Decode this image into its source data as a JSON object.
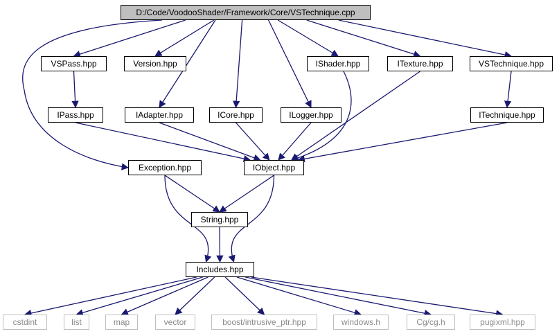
{
  "graph": {
    "root": "D:/Code/VoodooShader/Framework/Core/VSTechnique.cpp",
    "nodes": {
      "root": "D:/Code/VoodooShader/Framework/Core/VSTechnique.cpp",
      "vspass": "VSPass.hpp",
      "version": "Version.hpp",
      "ishader": "IShader.hpp",
      "itexture": "ITexture.hpp",
      "vstechnique": "VSTechnique.hpp",
      "ipass": "IPass.hpp",
      "iadapter": "IAdapter.hpp",
      "icore": "ICore.hpp",
      "ilogger": "ILogger.hpp",
      "itechnique": "ITechnique.hpp",
      "exception": "Exception.hpp",
      "iobject": "IObject.hpp",
      "string": "String.hpp",
      "includes": "Includes.hpp",
      "cstdint": "cstdint",
      "list": "list",
      "map": "map",
      "vector": "vector",
      "boost": "boost/intrusive_ptr.hpp",
      "windows": "windows.h",
      "cg": "Cg/cg.h",
      "pugixml": "pugixml.hpp"
    },
    "edges": [
      [
        "root",
        "vspass"
      ],
      [
        "root",
        "version"
      ],
      [
        "root",
        "ishader"
      ],
      [
        "root",
        "itexture"
      ],
      [
        "root",
        "vstechnique"
      ],
      [
        "root",
        "iadapter"
      ],
      [
        "root",
        "icore"
      ],
      [
        "root",
        "ilogger"
      ],
      [
        "root",
        "exception"
      ],
      [
        "vspass",
        "ipass"
      ],
      [
        "vstechnique",
        "itechnique"
      ],
      [
        "ipass",
        "iobject"
      ],
      [
        "iadapter",
        "iobject"
      ],
      [
        "icore",
        "iobject"
      ],
      [
        "ilogger",
        "iobject"
      ],
      [
        "ishader",
        "iobject"
      ],
      [
        "itexture",
        "iobject"
      ],
      [
        "itechnique",
        "iobject"
      ],
      [
        "exception",
        "string"
      ],
      [
        "exception",
        "includes"
      ],
      [
        "iobject",
        "string"
      ],
      [
        "iobject",
        "includes"
      ],
      [
        "string",
        "includes"
      ],
      [
        "includes",
        "cstdint"
      ],
      [
        "includes",
        "list"
      ],
      [
        "includes",
        "map"
      ],
      [
        "includes",
        "vector"
      ],
      [
        "includes",
        "boost"
      ],
      [
        "includes",
        "windows"
      ],
      [
        "includes",
        "cg"
      ],
      [
        "includes",
        "pugixml"
      ]
    ],
    "colors": {
      "edge": "#191970",
      "root_fill": "#bfbfbf",
      "external_border": "#bfbfbf",
      "external_text": "#8a8a8a"
    }
  }
}
